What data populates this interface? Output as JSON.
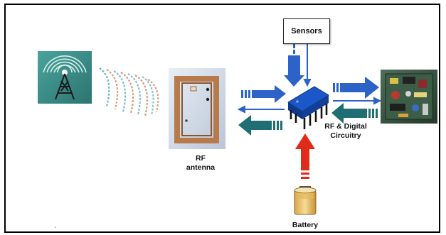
{
  "labels": {
    "sensors": "Sensors",
    "rf_antenna_line1": "RF",
    "rf_antenna_line2": "antenna",
    "rf_digital_line1": "RF & Digital",
    "rf_digital_line2": "Circuitry",
    "battery": "Battery"
  },
  "icons": {
    "tower": "radio-tower-icon",
    "waves": "radio-waves-icon",
    "antenna": "rf-antenna-coil-icon",
    "chip": "microchip-icon",
    "board": "circuit-board-icon",
    "battery": "battery-icon"
  },
  "colors": {
    "blue_arrow": "#2d63c8",
    "teal_arrow": "#1e6e73",
    "red_arrow": "#e02a1a",
    "tower_bg": "#3a8e8a"
  }
}
